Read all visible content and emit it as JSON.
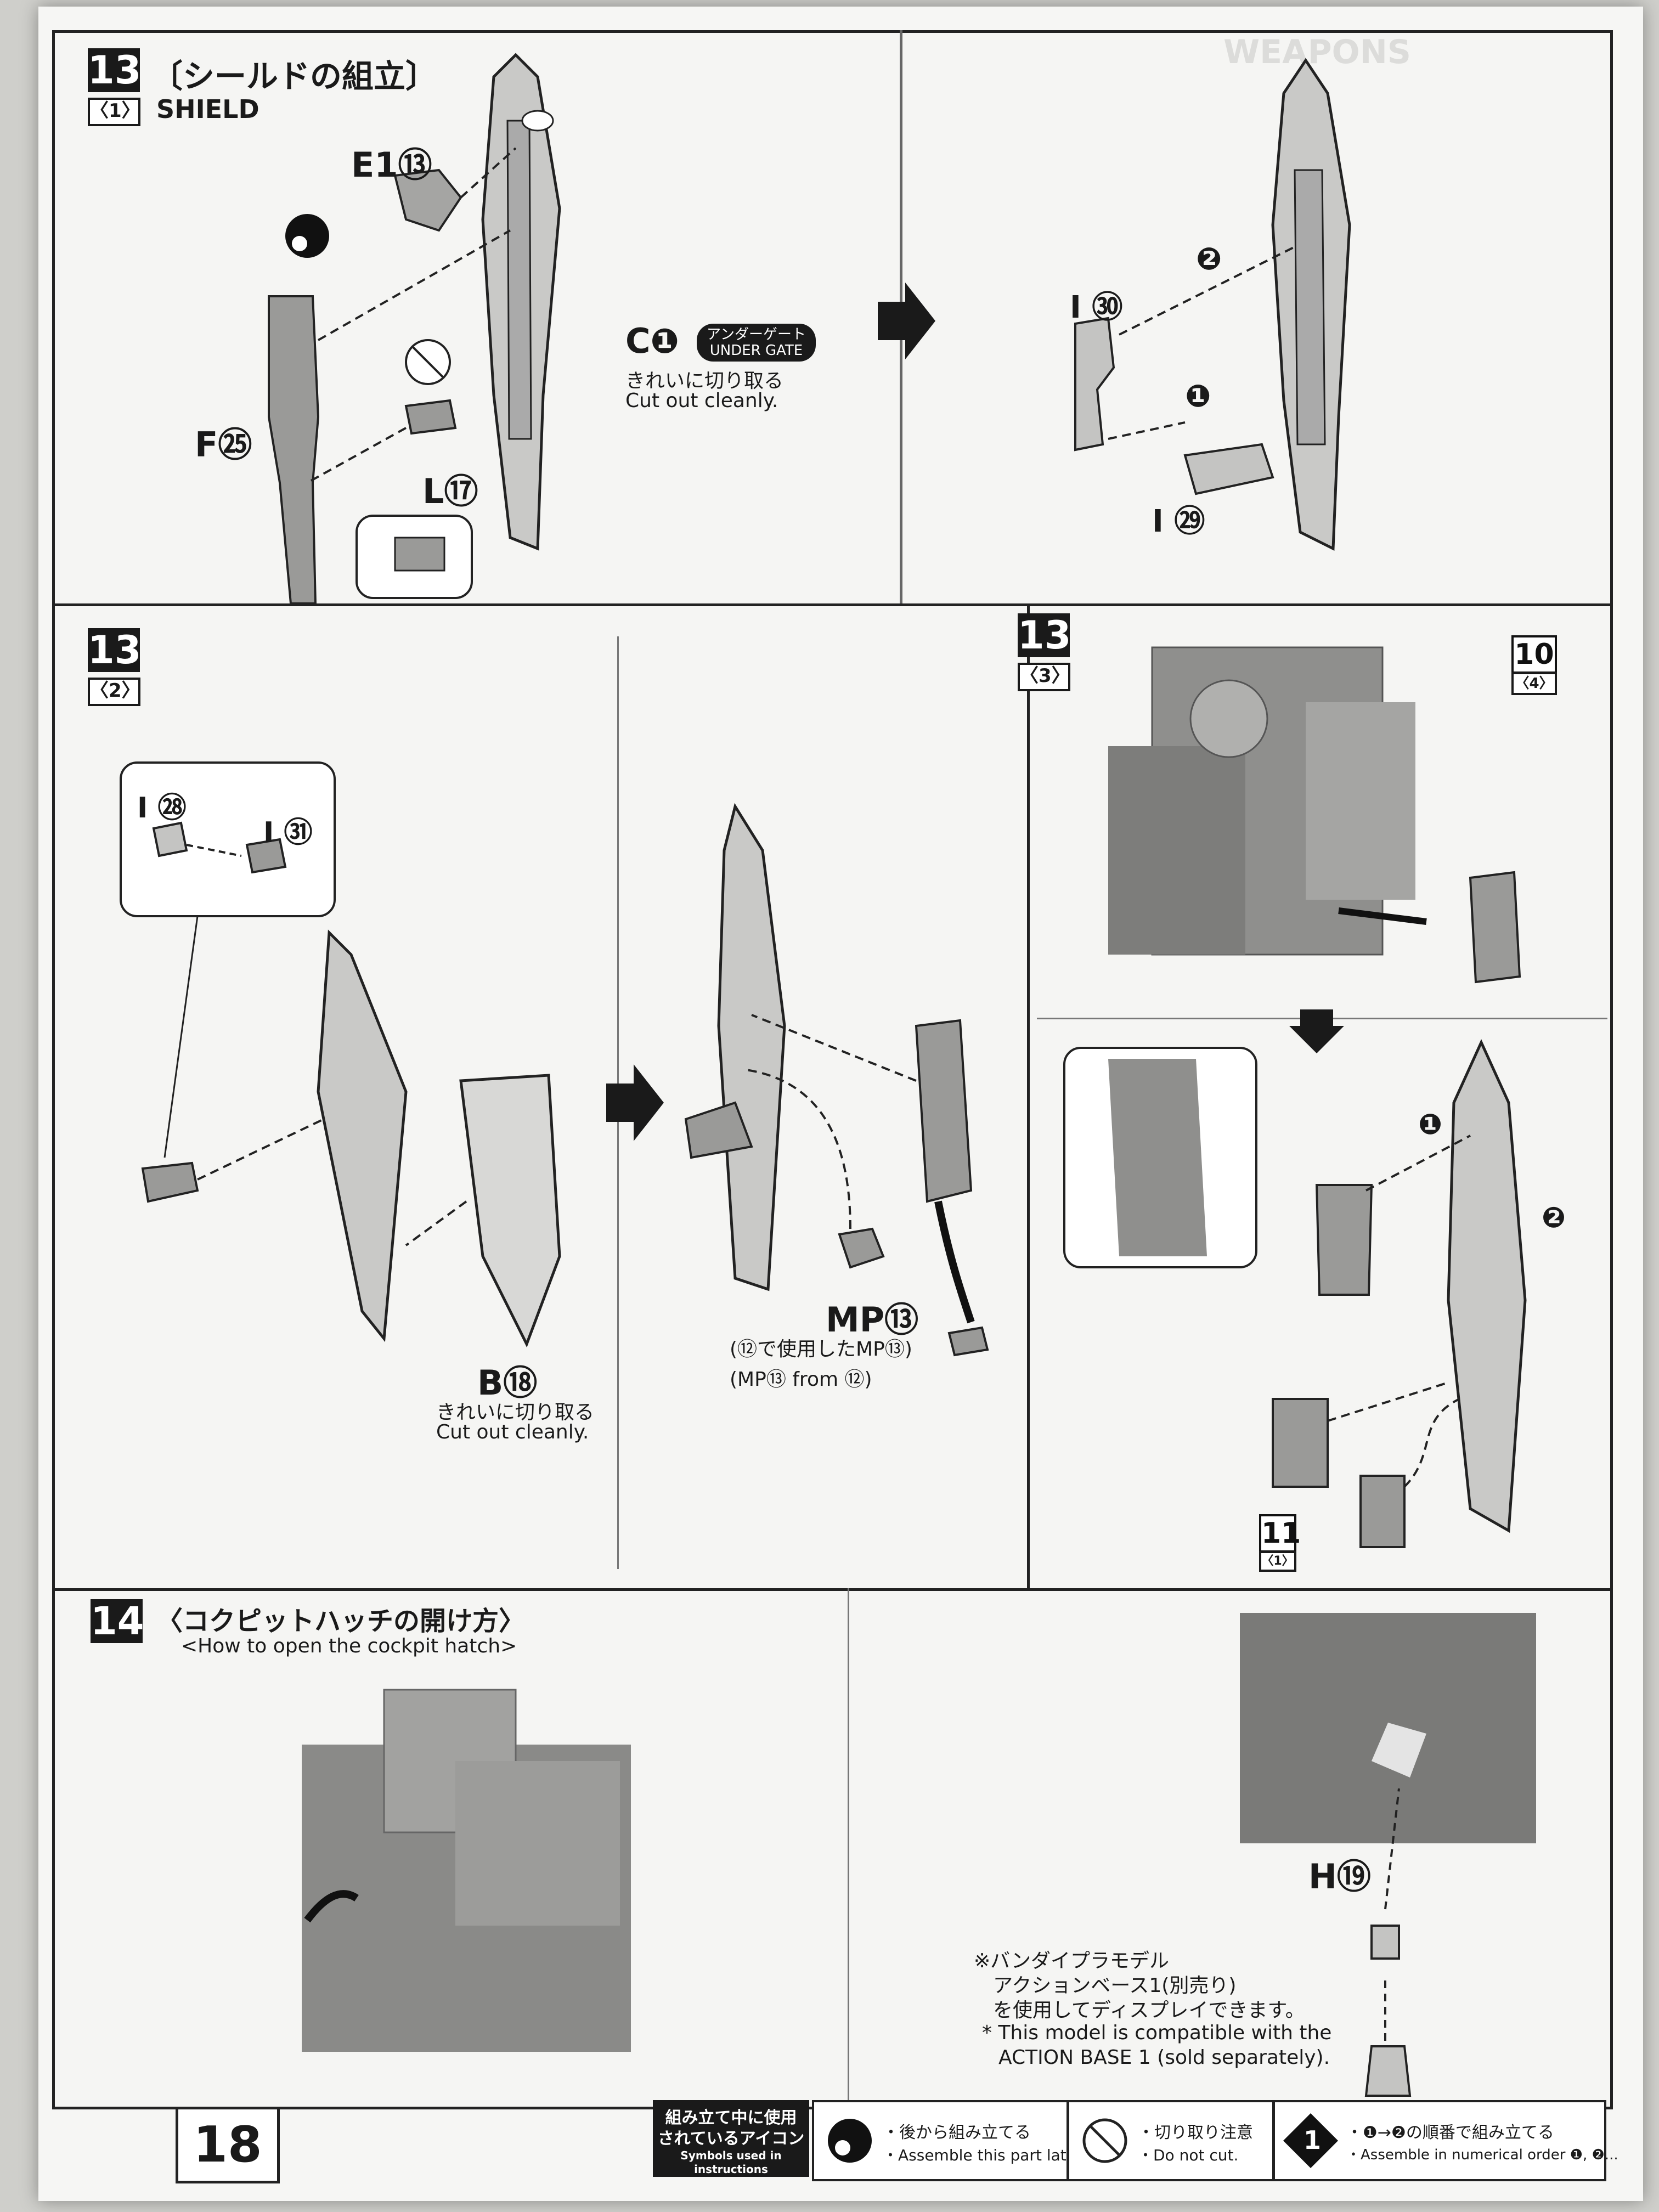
{
  "page_number": "18",
  "step13_1": {
    "step": "13",
    "sub": "〈1〉",
    "title_jp": "〔シールドの組立〕",
    "title_en": "SHIELD",
    "parts": {
      "e1": "E1⑬",
      "f": "F㉕",
      "l": "L⑰",
      "c": "C❶",
      "i30": "I ㉚",
      "i29": "I ㉙",
      "step1": "❶",
      "step2": "❷"
    },
    "under_gate_jp": "アンダーゲート",
    "under_gate_en": "UNDER GATE",
    "cut_jp": "きれいに切り取る",
    "cut_en": "Cut out cleanly."
  },
  "step13_2": {
    "step": "13",
    "sub": "〈2〉",
    "parts": {
      "i28": "I ㉘",
      "i31": "I ㉛",
      "b": "B⑱",
      "mp": "MP⑬"
    },
    "cut_jp": "きれいに切り取る",
    "cut_en": "Cut out cleanly.",
    "mp_note_jp": "(⑫で使用したMP⑬)",
    "mp_note_en": "(MP⑬ from ⑫)"
  },
  "step13_3": {
    "step": "13",
    "sub": "〈3〉",
    "ref_10": "10",
    "ref_10_sub": "〈4〉",
    "ref_11": "11",
    "ref_11_sub": "〈1〉",
    "step1": "❶",
    "step2": "❷"
  },
  "step14": {
    "step": "14",
    "title_jp": "〈コクピットハッチの開け方〉",
    "title_en": "<How to open the cockpit hatch>",
    "part_h": "H⑲",
    "note_jp_1": "※バンダイプラモデル",
    "note_jp_2": "アクションベース1(別売り)",
    "note_jp_3": "を使用してディスプレイできます。",
    "note_en_1": "* This model is compatible with the",
    "note_en_2": "ACTION BASE 1 (sold separately)."
  },
  "legend": {
    "head_jp_1": "組み立て中に使用",
    "head_jp_2": "されているアイコン",
    "head_en": "Symbols used in instructions",
    "later_jp": "・後から組み立てる",
    "later_en": "・Assemble this part later.",
    "nocut_jp": "・切り取り注意",
    "nocut_en": "・Do not cut.",
    "order_num": "1",
    "order_jp": "・❶→❷の順番で組み立てる",
    "order_en": "・Assemble in numerical order ❶, ❷..."
  },
  "colors": {
    "ink": "#1a1a1a",
    "part_gray": "#9a9a98",
    "part_light": "#c4c4c2",
    "paper": "#f5f5f3"
  }
}
